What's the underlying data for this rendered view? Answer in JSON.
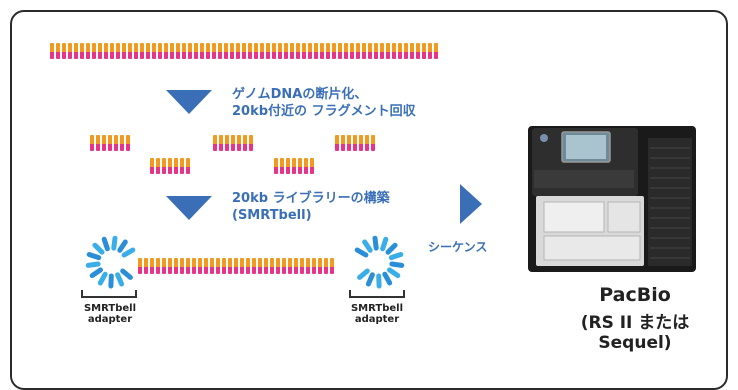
{
  "steps": [
    {
      "line1": "ゲノムDNAの断片化、",
      "line2": "20kb付近の フラグメント回収"
    },
    {
      "line1": "20kb ライブラリーの構築",
      "line2": "(SMRTbell)"
    }
  ],
  "sequencing_label": "シーケンス",
  "adapter_label_left": "SMRTbell\nadapter",
  "adapter_label_right": "SMRTbell\nadapter",
  "instrument": {
    "title": "PacBio",
    "subtitle": "(RS II または Sequel)"
  },
  "colors": {
    "arrow": "#3a6fb8",
    "base_orange": "#f29a1f",
    "base_pink": "#e8338a",
    "adapter": "#3aaee8"
  }
}
